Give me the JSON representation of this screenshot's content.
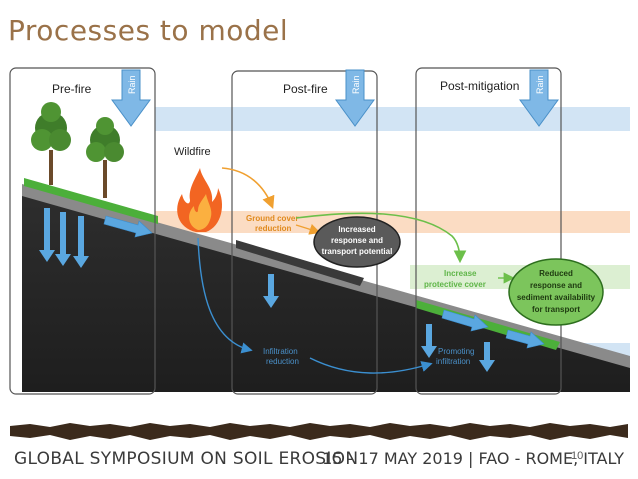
{
  "slide": {
    "title": "Processes to model",
    "footer_left": "GLOBAL SYMPOSIUM ON SOIL EROSION",
    "footer_right": "15 - 17 MAY 2019 | FAO - ROME, ITALY",
    "page_number": "10"
  },
  "panels": [
    {
      "title": "Pre-fire"
    },
    {
      "title": "Post-fire"
    },
    {
      "title": "Post-mitigation"
    }
  ],
  "labels": {
    "rain": "Rain",
    "wildfire": "Wildfire",
    "ground_cover_line1": "Ground cover",
    "ground_cover_line2": "reduction",
    "increased_line1": "Increased",
    "increased_line2": "response and",
    "increased_line3": "transport potential",
    "increase_cover_line1": "Increase",
    "increase_cover_line2": "protective cover",
    "reduced_line1": "Reduced",
    "reduced_line2": "response and",
    "reduced_line3": "sediment availability",
    "reduced_line4": "for transport",
    "infiltration_line1": "Infiltration",
    "infiltration_line2": "reduction",
    "promoting_line1": "Promoting",
    "promoting_line2": "infiltration"
  },
  "colors": {
    "title": "#9a7249",
    "soil": "#2b2b2b",
    "grass": "#4caf3a",
    "water": "#5aa7e0",
    "rain_band": "#cfe2f3",
    "orange_band": "#fbd9bd",
    "fire": "#f26522",
    "green_callout": "#5fb548",
    "orange_label": "#f0a030"
  }
}
